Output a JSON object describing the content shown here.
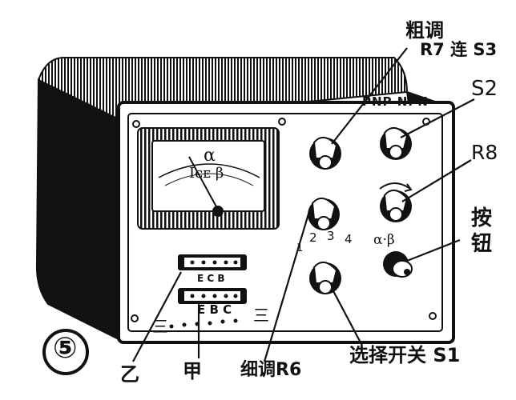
{
  "figure": {
    "number": "⑤",
    "meter": {
      "symbol_alpha": "α",
      "scale_text": "Iᴄᴇ β"
    },
    "panel": {
      "switch_positions": [
        "1",
        "2",
        "3",
        "4"
      ],
      "polarity": "PNP NPN",
      "alpha_beta": "α·β",
      "socket_upper": "E C B",
      "socket_lower": "E B C",
      "bottom_mark": "三"
    },
    "callouts": {
      "coarse_adjust": "粗调",
      "r7_s3": "R7 连 S3",
      "s2": "S2",
      "r8": "R8",
      "button_line1": "按",
      "button_line2": "钮",
      "selector_s1": "选择开关 S1",
      "fine_r6": "细调R6",
      "jia": "甲",
      "yi": "乙"
    }
  },
  "colors": {
    "ink": "#111111",
    "paper": "#ffffff"
  }
}
